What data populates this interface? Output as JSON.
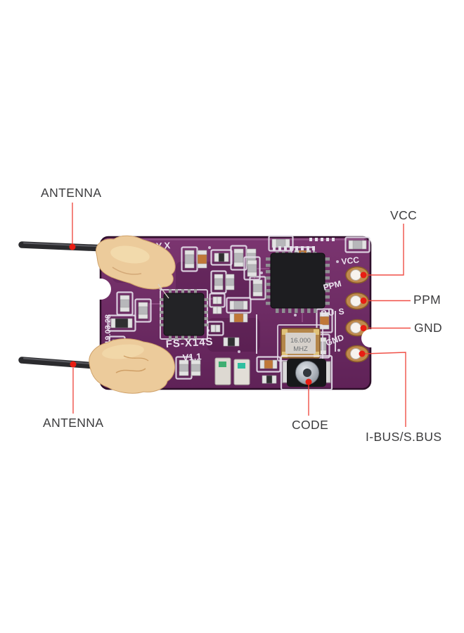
{
  "colors": {
    "background": "#ffffff",
    "pcb_purple": "#6e2a63",
    "pcb_dark": "#3d1038",
    "silkscreen_white": "#ece5f0",
    "annotation_red": "#e81d13",
    "label_text": "#3c3c3e",
    "pad_gold": "#c08a4e",
    "glue_tan": "#eccb9b",
    "cable_black": "#2b2b2e"
  },
  "callouts": {
    "antenna_top": {
      "label": "ANTENNA"
    },
    "vcc": {
      "label": "VCC"
    },
    "ppm": {
      "label": "PPM"
    },
    "gnd": {
      "label": "GND"
    },
    "antenna_bottom": {
      "label": "ANTENNA"
    },
    "code": {
      "label": "CODE"
    },
    "ibus_sbus": {
      "label": "I-BUS/S.BUS"
    }
  },
  "board_silkscreen": {
    "mark": "QYX",
    "model": "FS-X14S",
    "version": "V1.1",
    "date": "2019.03.28",
    "pad_vcc": "VCC",
    "pad_ppm": "PPM",
    "pad_bus": "BU S",
    "pad_gnd": "GND",
    "crystal_line1": "16.000",
    "crystal_line2": "MHZ"
  }
}
